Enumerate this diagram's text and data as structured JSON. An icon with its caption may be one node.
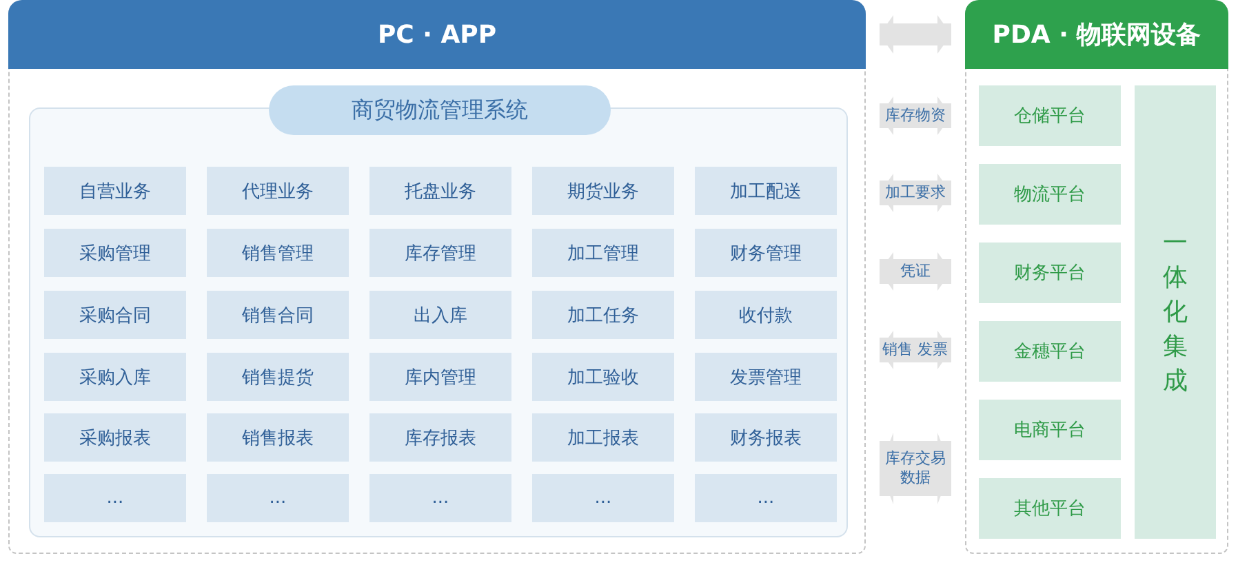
{
  "diagram": {
    "nodes": [
      {
        "text": [
          "PC · APP"
        ]
      },
      {
        "text": [
          "商贸物流管理系统"
        ],
        "in": 0
      },
      {
        "text": [
          "自营业务"
        ],
        "in": 1
      },
      {
        "text": [
          "代理业务"
        ],
        "in": 1
      },
      {
        "text": [
          "托盘业务"
        ],
        "in": 1
      },
      {
        "text": [
          "期货业务"
        ],
        "in": 1
      },
      {
        "text": [
          "加工配送"
        ],
        "in": 1
      },
      {
        "text": [
          "采购管理"
        ],
        "in": 1
      },
      {
        "text": [
          "销售管理"
        ],
        "in": 1
      },
      {
        "text": [
          "库存管理"
        ],
        "in": 1
      },
      {
        "text": [
          "加工管理"
        ],
        "in": 1
      },
      {
        "text": [
          "财务管理"
        ],
        "in": 1
      },
      {
        "text": [
          "采购合同"
        ],
        "in": 1
      },
      {
        "text": [
          "销售合同"
        ],
        "in": 1
      },
      {
        "text": [
          "出入库"
        ],
        "in": 1
      },
      {
        "text": [
          "加工任务"
        ],
        "in": 1
      },
      {
        "text": [
          "收付款"
        ],
        "in": 1
      },
      {
        "text": [
          "采购入库"
        ],
        "in": 1
      },
      {
        "text": [
          "销售提货"
        ],
        "in": 1
      },
      {
        "text": [
          "库内管理"
        ],
        "in": 1
      },
      {
        "text": [
          "加工验收"
        ],
        "in": 1
      },
      {
        "text": [
          "发票管理"
        ],
        "in": 1
      },
      {
        "text": [
          "采购报表"
        ],
        "in": 1
      },
      {
        "text": [
          "销售报表"
        ],
        "in": 1
      },
      {
        "text": [
          "库存报表"
        ],
        "in": 1
      },
      {
        "text": [
          "加工报表"
        ],
        "in": 1
      },
      {
        "text": [
          "财务报表"
        ],
        "in": 1
      },
      {
        "text": [
          "..."
        ],
        "in": 1
      },
      {
        "text": [
          "..."
        ],
        "in": 1
      },
      {
        "text": [
          "..."
        ],
        "in": 1
      },
      {
        "text": [
          "..."
        ],
        "in": 1
      },
      {
        "text": [
          "..."
        ],
        "in": 1
      },
      {
        "text": [
          "PDA · 物联网设备"
        ]
      },
      {
        "text": [
          "仓储平台"
        ],
        "in": 32
      },
      {
        "text": [
          "物流平台"
        ],
        "in": 32
      },
      {
        "text": [
          "财务平台"
        ],
        "in": 32
      },
      {
        "text": [
          "金穗平台"
        ],
        "in": 32
      },
      {
        "text": [
          "电商平台"
        ],
        "in": 32
      },
      {
        "text": [
          "其他平台"
        ],
        "in": 32
      },
      {
        "text": [
          "一体化集成"
        ],
        "in": 32
      }
    ],
    "edges": [
      {
        "from": 0,
        "to": 32,
        "arrow": "both"
      },
      {
        "from": 0,
        "to": 32,
        "arrow": "both",
        "label": "库存物资"
      },
      {
        "from": 0,
        "to": 32,
        "arrow": "both",
        "label": "加工要求"
      },
      {
        "from": 0,
        "to": 32,
        "arrow": "both",
        "label": "凭证"
      },
      {
        "from": 0,
        "to": 32,
        "arrow": "both",
        "label": "销售 发票"
      },
      {
        "from": 0,
        "to": 32,
        "arrow": "both",
        "label": "库存交易数据",
        "style": "thick"
      }
    ]
  }
}
